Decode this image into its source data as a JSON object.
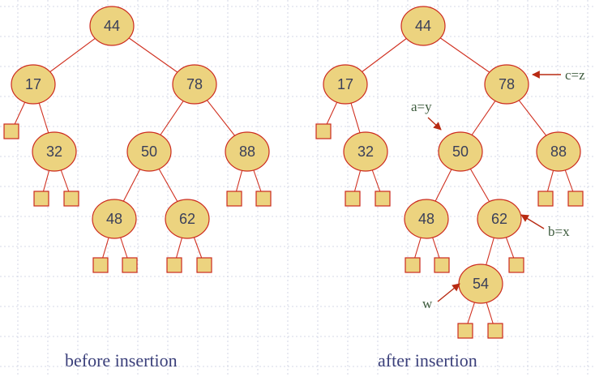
{
  "colors": {
    "node_fill": "#ecd37f",
    "node_stroke": "#cc2a1e",
    "edge": "#d03020",
    "leaf_fill": "#ecd37f",
    "leaf_stroke": "#cc2a1e",
    "arrow": "#b82a12",
    "annotation_text": "#3d5b3d",
    "caption_text": "#3a3f7a",
    "grid": "#c9cde0"
  },
  "icons": {
    "external_leaf": "square-icon",
    "pointer": "arrow-icon"
  },
  "captions": {
    "before": "before insertion",
    "after": "after insertion"
  },
  "trees": [
    {
      "id": "before",
      "internal_nodes": [
        {
          "key": "44",
          "parent": null
        },
        {
          "key": "17",
          "parent": "44"
        },
        {
          "key": "78",
          "parent": "44"
        },
        {
          "key": "32",
          "parent": "17"
        },
        {
          "key": "50",
          "parent": "78"
        },
        {
          "key": "88",
          "parent": "78"
        },
        {
          "key": "48",
          "parent": "50"
        },
        {
          "key": "62",
          "parent": "50"
        }
      ],
      "external_leaves_under": [
        "17",
        "32",
        "32",
        "88",
        "88",
        "48",
        "48",
        "62",
        "62"
      ]
    },
    {
      "id": "after",
      "internal_nodes": [
        {
          "key": "44",
          "parent": null
        },
        {
          "key": "17",
          "parent": "44"
        },
        {
          "key": "78",
          "parent": "44"
        },
        {
          "key": "32",
          "parent": "17"
        },
        {
          "key": "50",
          "parent": "78"
        },
        {
          "key": "88",
          "parent": "78"
        },
        {
          "key": "48",
          "parent": "50"
        },
        {
          "key": "62",
          "parent": "50"
        },
        {
          "key": "54",
          "parent": "62"
        }
      ],
      "external_leaves_under": [
        "17",
        "32",
        "32",
        "88",
        "88",
        "48",
        "48",
        "62",
        "54",
        "54"
      ],
      "annotations": [
        {
          "text": "c=z",
          "target": "78"
        },
        {
          "text": "a=y",
          "target": "50"
        },
        {
          "text": "b=x",
          "target": "62"
        },
        {
          "text": "w",
          "target": "54"
        }
      ]
    }
  ]
}
